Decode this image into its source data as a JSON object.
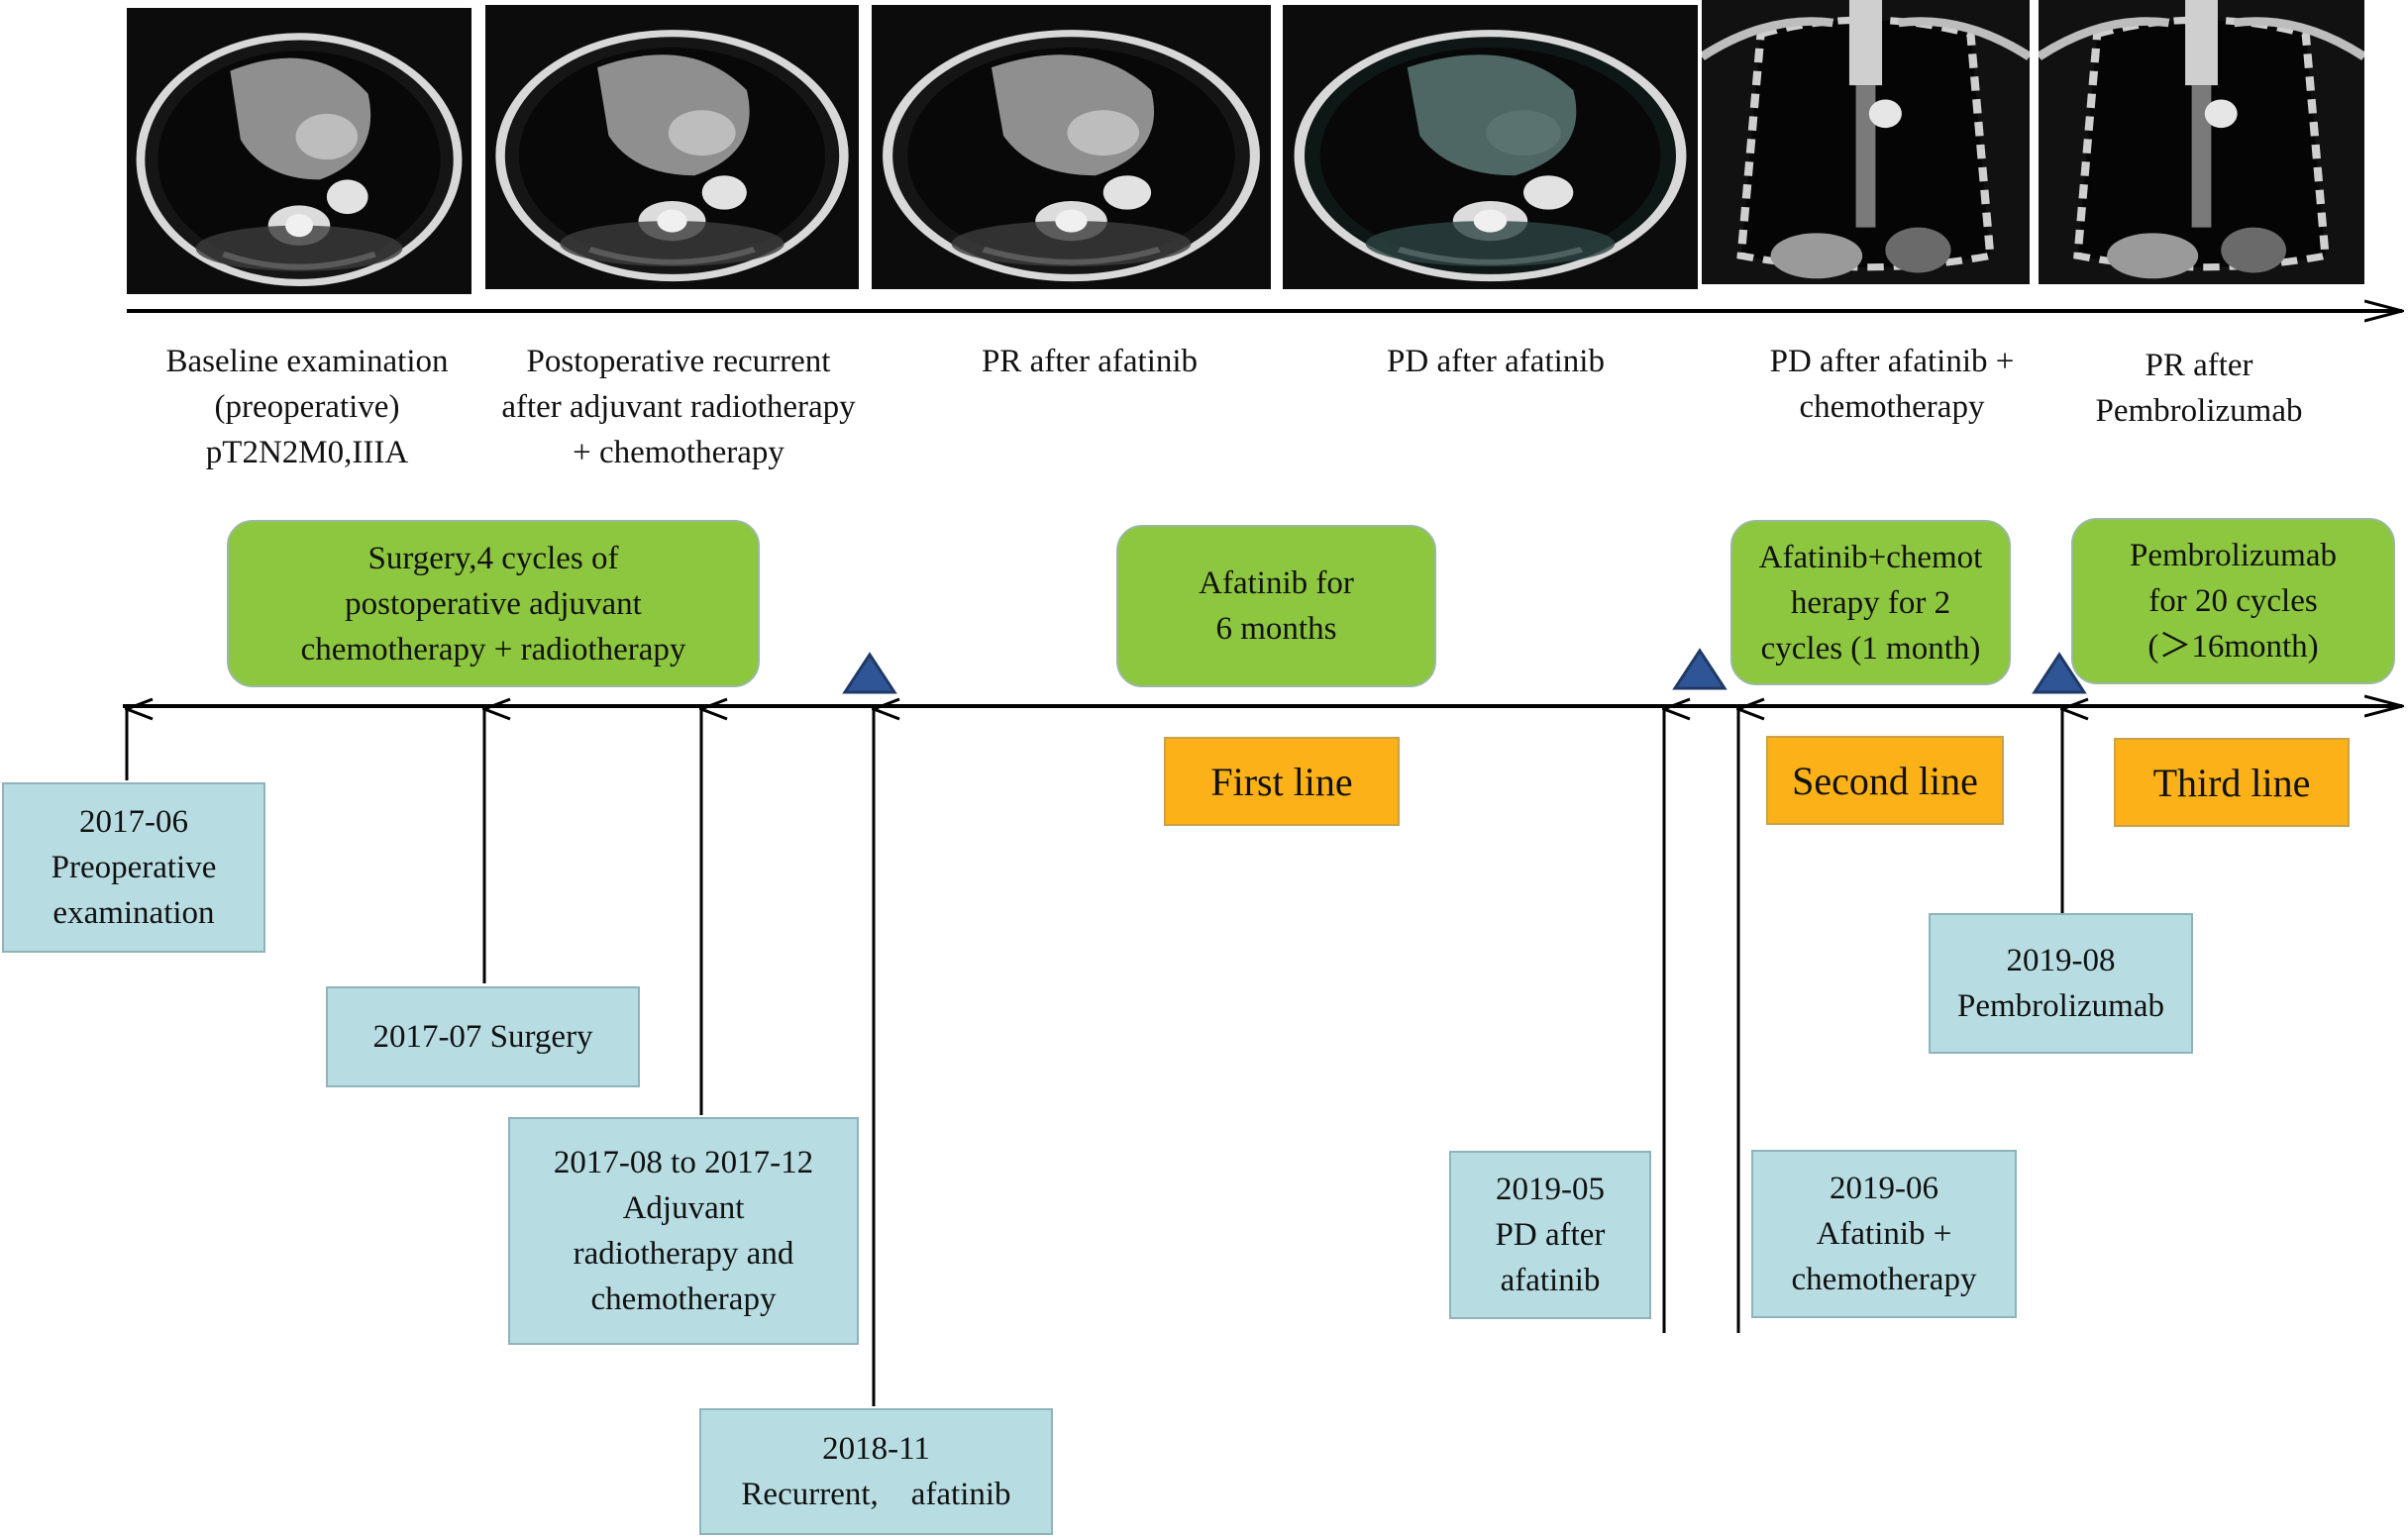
{
  "scans": [
    {
      "name": "ct-baseline-scan",
      "kind": "axial",
      "label": "Baseline examination\n(preoperative)\npT2N2M0,IIIA"
    },
    {
      "name": "ct-postoperative-recurrent-scan",
      "kind": "axial",
      "label": "Postoperative recurrent\nafter adjuvant radiotherapy\n+ chemotherapy"
    },
    {
      "name": "ct-pr-afatinib-scan",
      "kind": "axial",
      "label": "PR after afatinib"
    },
    {
      "name": "ct-pd-afatinib-scan",
      "kind": "axial-dark",
      "label": "PD after afatinib"
    },
    {
      "name": "ct-pd-afatinib-chemo-scan",
      "kind": "coronal",
      "label": "PD after afatinib +\nchemotherapy"
    },
    {
      "name": "ct-pr-pembrolizumab-scan",
      "kind": "coronal",
      "label": "PR after\nPembrolizumab"
    }
  ],
  "treatments": [
    {
      "name": "treatment-surgery-adjuvant",
      "text": "Surgery,4 cycles of\npostoperative adjuvant\nchemotherapy + radiotherapy"
    },
    {
      "name": "treatment-afatinib",
      "text": "Afatinib for\n6 months"
    },
    {
      "name": "treatment-afatinib-chemo",
      "text": "Afatinib+chemot\nherapy for 2\ncycles (1 month)"
    },
    {
      "name": "treatment-pembrolizumab",
      "text": "Pembrolizumab\nfor 20 cycles\n(＞16month)"
    }
  ],
  "lines": [
    {
      "name": "first-line-label",
      "text": "First line"
    },
    {
      "name": "second-line-label",
      "text": "Second line"
    },
    {
      "name": "third-line-label",
      "text": "Third line"
    }
  ],
  "events": [
    {
      "name": "event-2017-06",
      "text": "2017-06\nPreoperative\nexamination"
    },
    {
      "name": "event-2017-07",
      "text": "2017-07 Surgery"
    },
    {
      "name": "event-2017-08",
      "text": "2017-08 to 2017-12\nAdjuvant\nradiotherapy and\nchemotherapy"
    },
    {
      "name": "event-2018-11",
      "text": "2018-11\nRecurrent,　afatinib"
    },
    {
      "name": "event-2019-05",
      "text": "2019-05\nPD after\nafatinib"
    },
    {
      "name": "event-2019-06",
      "text": "2019-06\nAfatinib +\nchemotherapy"
    },
    {
      "name": "event-2019-08",
      "text": "2019-08\nPembrolizumab"
    }
  ],
  "colors": {
    "treatment_fill": "#8dc63f",
    "line_fill": "#fbb117",
    "event_fill": "#b7dde3",
    "marker_fill": "#2f5597"
  }
}
